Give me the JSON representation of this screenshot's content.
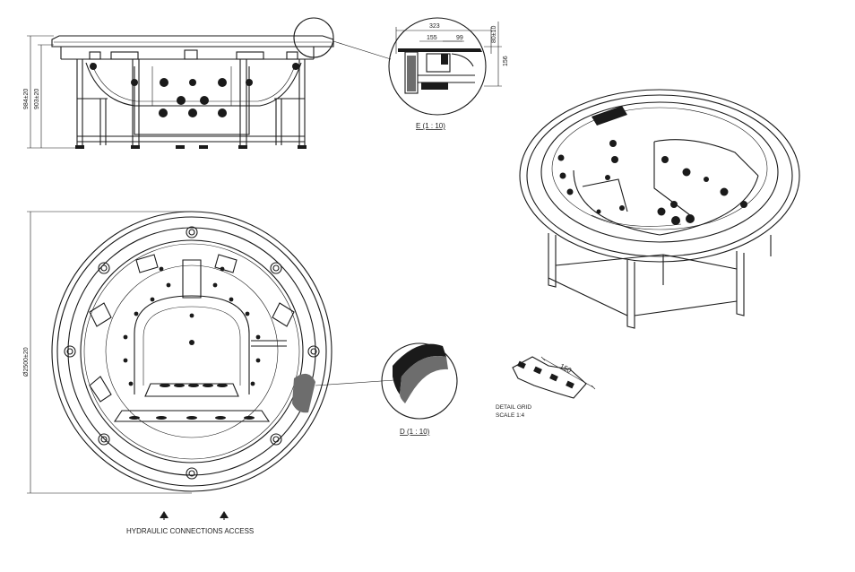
{
  "elevation": {
    "dim_outer": "984±20",
    "dim_inner": "903±20"
  },
  "detail_e": {
    "dim_top": "323",
    "dim_mid": "155",
    "dim_small": "99",
    "dim_right_top": "80±10",
    "dim_right": "156",
    "label": "E  (1 : 10)"
  },
  "plan": {
    "dim_diameter": "Ø2500±20"
  },
  "detail_d": {
    "label": "D  (1 : 10)"
  },
  "grid_detail": {
    "dim": "150",
    "title": "DETAIL GRID",
    "scale": "SCALE 1:4"
  },
  "hydraulic": {
    "label": "HYDRAULIC CONNECTIONS ACCESS"
  }
}
